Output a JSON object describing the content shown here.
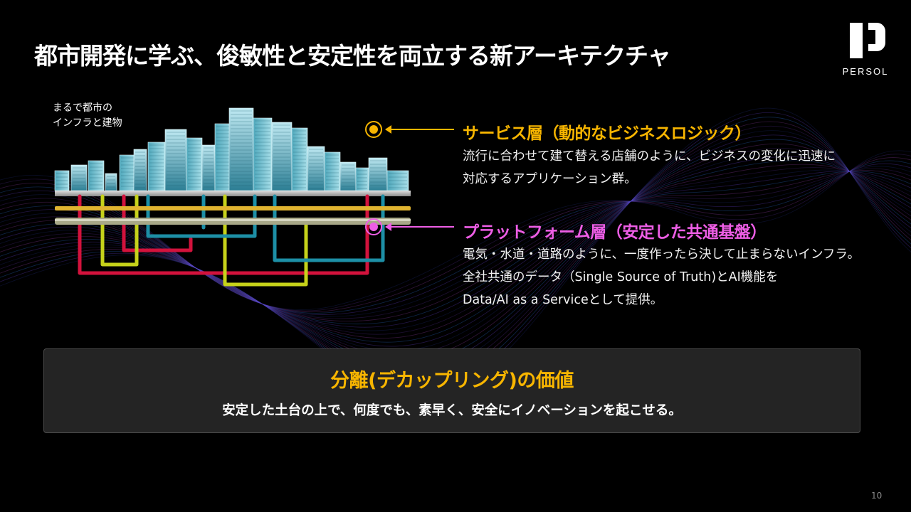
{
  "slide": {
    "title": "都市開発に学ぶ、俊敏性と安定性を両立する新アーキテクチャ",
    "page_number": "10"
  },
  "logo": {
    "text": "PERSOL"
  },
  "city": {
    "caption_line1": "まるで都市の",
    "caption_line2": "インフラと建物"
  },
  "service_layer": {
    "title": "サービス層（動的なビジネスロジック）",
    "desc_line1": "流行に合わせて建て替える店舗のように、ビジネスの変化に迅速に",
    "desc_line2": "対応するアプリケーション群。",
    "color": "#f7b500"
  },
  "platform_layer": {
    "title": "プラットフォーム層（安定した共通基盤）",
    "desc_line1": "電気・水道・道路のように、一度作ったら決して止まらないインフラ。",
    "desc_line2": "全社共通のデータ（Single Source of Truth)とAI機能を",
    "desc_line3": "Data/AI as a Serviceとして提供。",
    "color": "#ee5ee6"
  },
  "decoupling": {
    "title": "分離(デカップリング)の価値",
    "subtitle": "安定した土台の上で、何度でも、素早く、安全にイノベーションを起こせる。"
  },
  "icons": [
    "logo-icon",
    "service-layer-icon",
    "platform-layer-icon"
  ]
}
